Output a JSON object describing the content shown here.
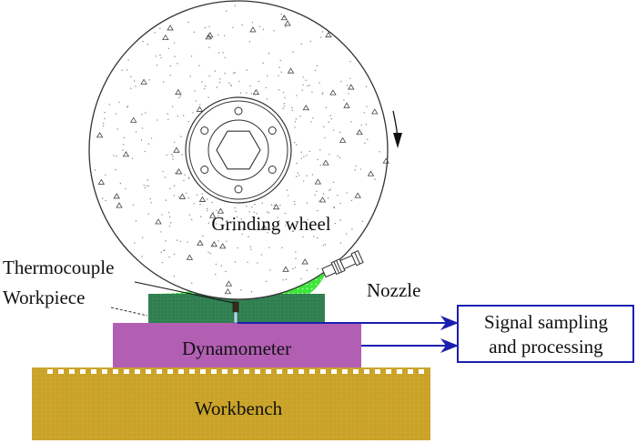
{
  "diagram": {
    "title": "Grinding experiment setup",
    "labels": {
      "grinding_wheel": "Grinding wheel",
      "thermocouple": "Thermocouple",
      "workpiece": "Workpiece",
      "nozzle": "Nozzle",
      "dynamometer": "Dynamometer",
      "workbench": "Workbench",
      "signal_line1": "Signal sampling",
      "signal_line2": "and processing"
    },
    "rotation": "clockwise",
    "colors": {
      "workpiece": "#2f7d4f",
      "coolant": "#3ee63a",
      "dynamometer": "#b25fb3",
      "workbench": "#c9a227",
      "signal": "#1a1fb0",
      "outline": "#222222"
    }
  }
}
